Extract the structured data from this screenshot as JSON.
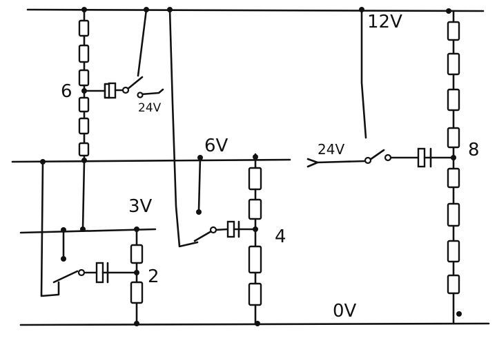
{
  "labels": {
    "rail_12v": "12V",
    "rail_6v": "6V",
    "rail_3v": "3V",
    "rail_0v": "0V",
    "input_24v_top": "24V",
    "input_24v_right": "24V",
    "node_6": "6",
    "node_8": "8",
    "node_4": "4",
    "node_2": "2"
  }
}
